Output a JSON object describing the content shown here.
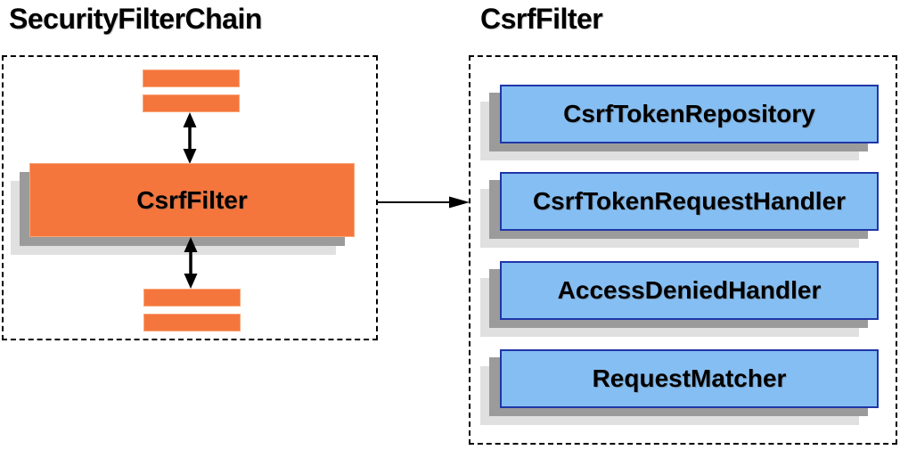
{
  "diagram": {
    "security_filter_chain": {
      "title": "SecurityFilterChain",
      "csrf_filter_label": "CsrfFilter"
    },
    "csrf_filter_panel": {
      "title": "CsrfFilter",
      "components": [
        "CsrfTokenRepository",
        "CsrfTokenRequestHandler",
        "AccessDeniedHandler",
        "RequestMatcher"
      ]
    },
    "icons": {
      "up_down_arrow": "up-down-arrow-icon",
      "right_arrow": "right-arrow-icon"
    },
    "colors": {
      "node_orange": "#f5763c",
      "node_orange_border": "#f9a678",
      "node_blue_fill": "#85bef2",
      "node_blue_border": "#1f36a8",
      "shadow_dark": "#9b9b9b",
      "shadow_light": "#e0e0e0",
      "dashed_border": "#000000",
      "arrow": "#000000",
      "text": "#000000"
    }
  }
}
